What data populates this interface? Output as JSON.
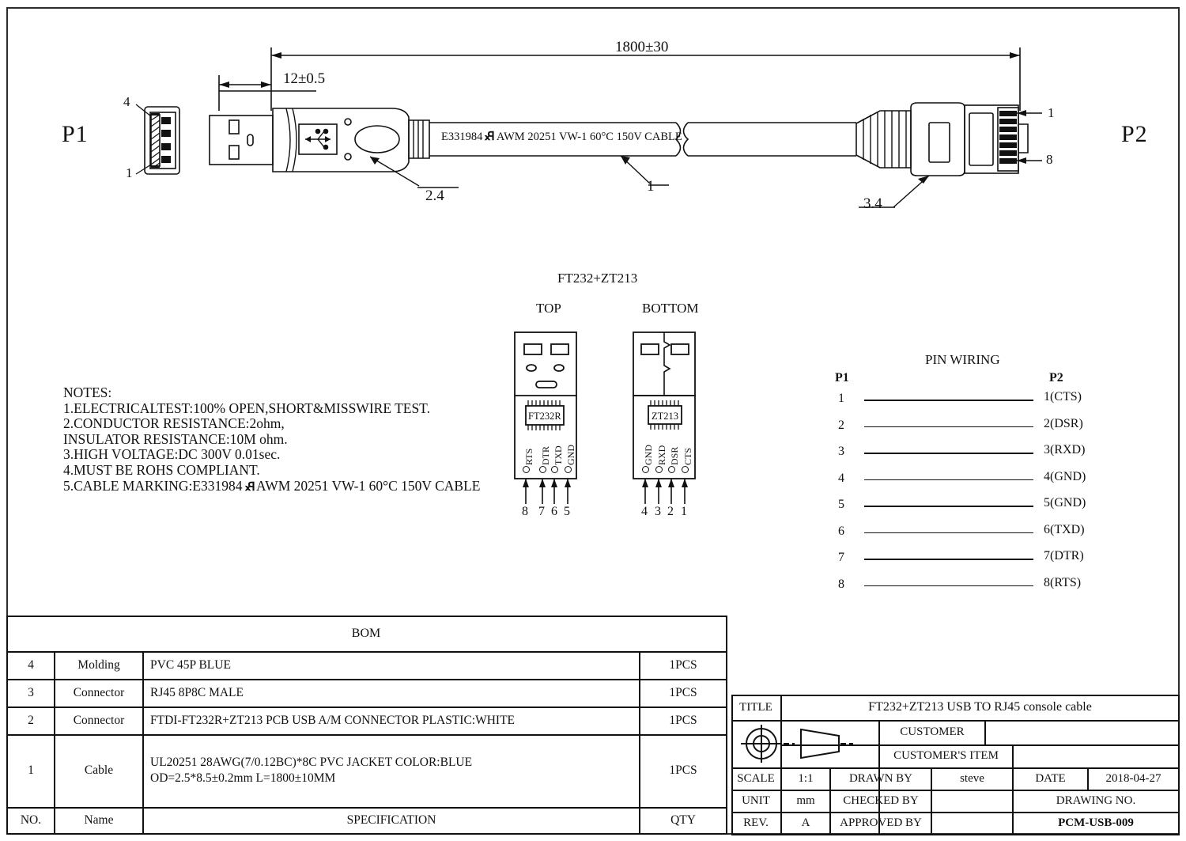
{
  "sheet": {
    "p1_label": "P1",
    "p2_label": "P2"
  },
  "dimensions": {
    "overall_length": "1800±30",
    "usb_overmold_length": "12±0.5",
    "callout_usb": "2.4",
    "callout_cable": "1",
    "callout_rj45": "3.4",
    "p1_pin_top": "4",
    "p1_pin_bottom": "1",
    "p2_pin_top": "1",
    "p2_pin_bottom": "8"
  },
  "cable_marking": "E331984 ™ AWM 20251 VW-1 60°C 150V CABLE",
  "cable_marking_pre": "E331984",
  "cable_marking_post": "AWM 20251 VW-1 60°C 150V CABLE",
  "notes": {
    "heading": "NOTES:",
    "items": [
      "1.ELECTRICALTEST:100% OPEN,SHORT&MISSWIRE TEST.",
      "2.CONDUCTOR RESISTANCE:2ohm,",
      "  INSULATOR RESISTANCE:10M ohm.",
      "3.HIGH VOLTAGE:DC 300V 0.01sec.",
      "4.MUST BE ROHS COMPLIANT."
    ],
    "item5_pre": "5.CABLE MARKING:E331984",
    "item5_post": "AWM 20251 VW-1 60°C 150V CABLE"
  },
  "pcb": {
    "title": "FT232+ZT213",
    "top_label": "TOP",
    "bottom_label": "BOTTOM",
    "top_chip": "FT232R",
    "bottom_chip": "ZT213",
    "top_pin_names": [
      "RTS",
      "DTR",
      "TXD",
      "GND"
    ],
    "top_pin_numbers": [
      "8",
      "7",
      "6",
      "5"
    ],
    "bottom_pin_names": [
      "GND",
      "RXD",
      "DSR",
      "CTS"
    ],
    "bottom_pin_numbers": [
      "4",
      "3",
      "2",
      "1"
    ]
  },
  "pin_wiring": {
    "title": "PIN WIRING",
    "p1_header": "P1",
    "p2_header": "P2",
    "rows": [
      {
        "p1": "1",
        "p2": "1(CTS)"
      },
      {
        "p1": "2",
        "p2": "2(DSR)"
      },
      {
        "p1": "3",
        "p2": "3(RXD)"
      },
      {
        "p1": "4",
        "p2": "4(GND)"
      },
      {
        "p1": "5",
        "p2": "5(GND)"
      },
      {
        "p1": "6",
        "p2": "6(TXD)"
      },
      {
        "p1": "7",
        "p2": "7(DTR)"
      },
      {
        "p1": "8",
        "p2": "8(RTS)"
      }
    ]
  },
  "bom": {
    "title": "BOM",
    "rows": [
      {
        "no": "4",
        "name": "Molding",
        "spec": "PVC 45P BLUE",
        "spec2": "",
        "qty": "1PCS"
      },
      {
        "no": "3",
        "name": "Connector",
        "spec": "RJ45 8P8C MALE",
        "spec2": "",
        "qty": "1PCS"
      },
      {
        "no": "2",
        "name": "Connector",
        "spec": "FTDI-FT232R+ZT213 PCB  USB A/M CONNECTOR PLASTIC:WHITE",
        "spec2": "",
        "qty": "1PCS"
      },
      {
        "no": "1",
        "name": "Cable",
        "spec": "UL20251 28AWG(7/0.12BC)*8C PVC JACKET COLOR:BLUE",
        "spec2": "OD=2.5*8.5±0.2mm L=1800±10MM",
        "qty": "1PCS"
      }
    ],
    "footer": {
      "no": "NO.",
      "name": "Name",
      "spec": "SPECIFICATION",
      "qty": "QTY"
    }
  },
  "title_block": {
    "title_label": "TITLE",
    "title_value": "FT232+ZT213 USB TO RJ45 console cable",
    "customer_label": "CUSTOMER",
    "customer_value": "",
    "customer_item_label": "CUSTOMER'S ITEM",
    "customer_item_value": "",
    "scale_label": "SCALE",
    "scale_value": "1:1",
    "drawn_by_label": "DRAWN BY",
    "drawn_by_value": "steve",
    "date_label": "DATE",
    "date_value": "2018-04-27",
    "unit_label": "UNIT",
    "unit_value": "mm",
    "checked_by_label": "CHECKED BY",
    "checked_by_value": "",
    "drawing_no_label": "DRAWING NO.",
    "rev_label": "REV.",
    "rev_value": "A",
    "approved_by_label": "APPROVED BY",
    "approved_by_value": "",
    "drawing_no_value": "PCM-USB-009"
  }
}
